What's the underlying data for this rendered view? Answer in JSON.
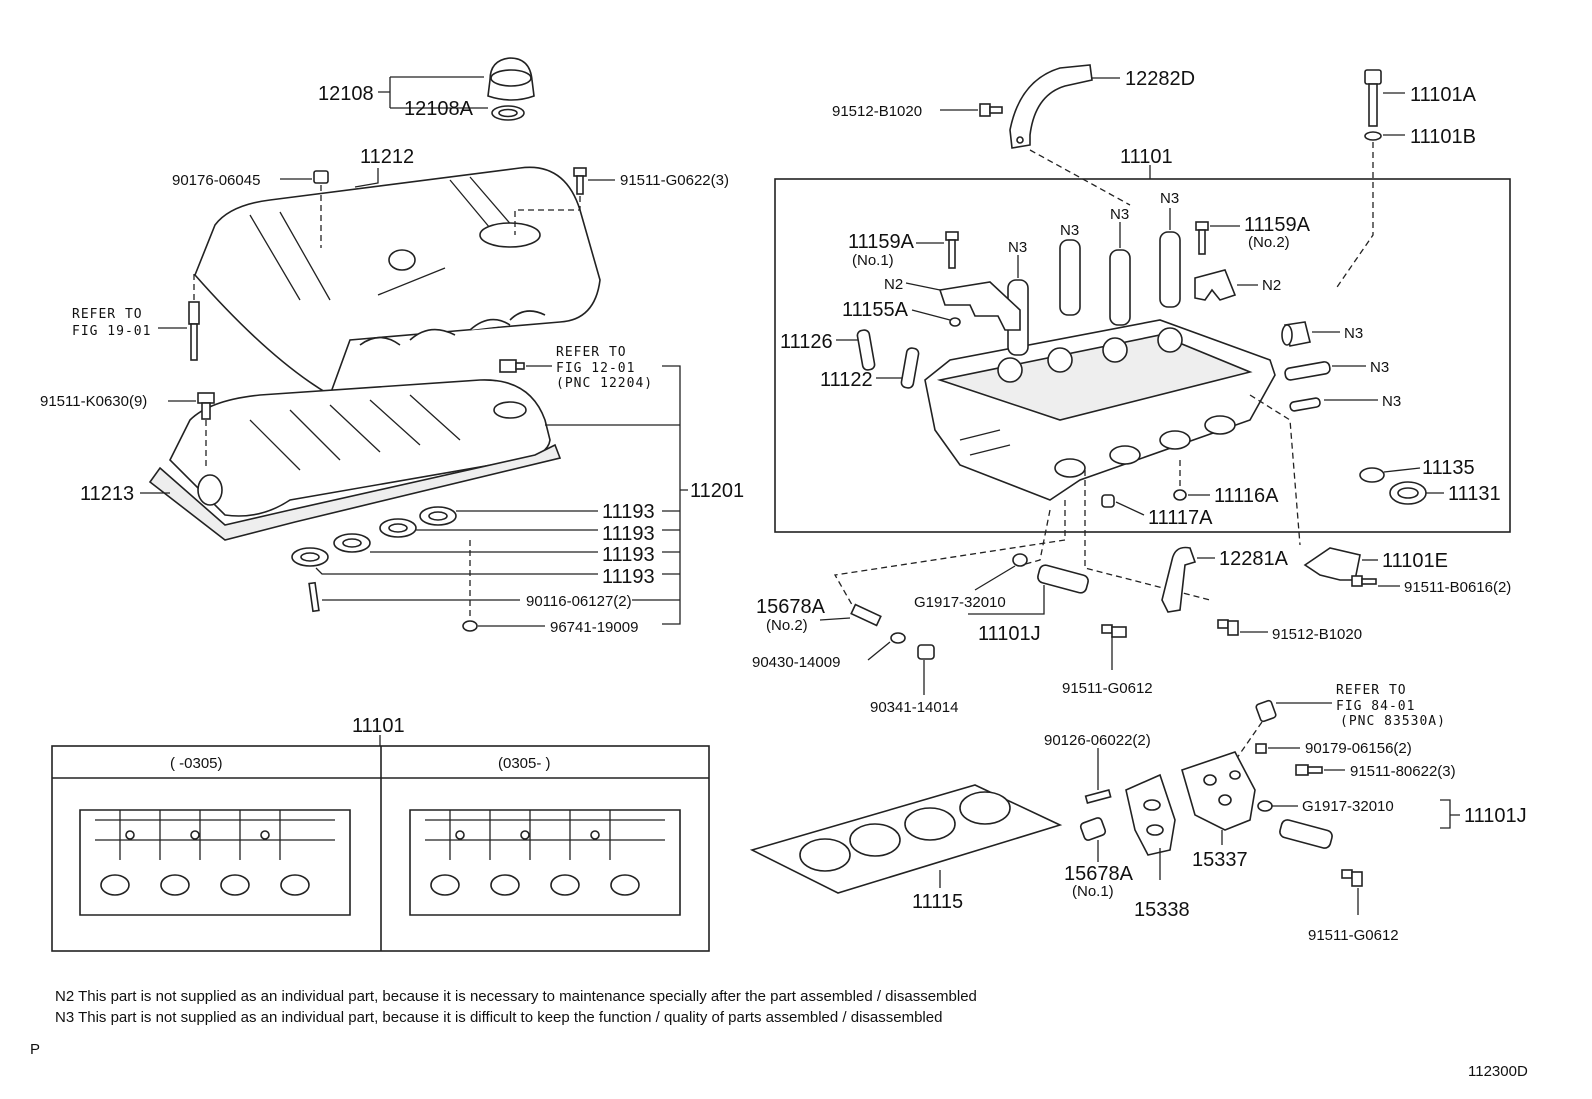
{
  "labels": {
    "p12108": "12108",
    "p12108a": "12108A",
    "p11212": "11212",
    "p90176": "90176-06045",
    "p91511g0622": "91511-G0622(3)",
    "refer19_a": "REFER TO",
    "refer19_b": "FIG 19-01",
    "refer12_a": "REFER TO",
    "refer12_b": "FIG 12-01",
    "refer12_c": "(PNC 12204)",
    "p91511k0630": "91511-K0630(9)",
    "p11213": "11213",
    "p11201": "11201",
    "p11193_1": "11193",
    "p11193_2": "11193",
    "p11193_3": "11193",
    "p11193_4": "11193",
    "p90116": "90116-06127(2)",
    "p96741": "96741-19009",
    "p91512b1020_top": "91512-B1020",
    "p12282d": "12282D",
    "p11101a": "11101A",
    "p11101b": "11101B",
    "p11101_main": "11101",
    "p11159a_1": "11159A",
    "p11159a_1_no": "(No.1)",
    "p11159a_2": "11159A",
    "p11159a_2_no": "(No.2)",
    "n3_1": "N3",
    "n3_2": "N3",
    "n3_3": "N3",
    "n3_4": "N3",
    "n2_1": "N2",
    "n2_2": "N2",
    "p11155a": "11155A",
    "p11126": "11126",
    "p11122": "11122",
    "n3_5": "N3",
    "n3_6": "N3",
    "n3_7": "N3",
    "p11135": "11135",
    "p11131": "11131",
    "p11116a": "11116A",
    "p11117a": "11117A",
    "p12281a": "12281A",
    "p11101e": "11101E",
    "p91511b0616": "91511-B0616(2)",
    "p15678a_2": "15678A",
    "p15678a_2_no": "(No.2)",
    "pg1917_a": "G1917-32010",
    "p11101j_a": "11101J",
    "p91512b1020_b": "91512-B1020",
    "p90430": "90430-14009",
    "p90341": "90341-14014",
    "p91511g0612_a": "91511-G0612",
    "p11101_table": "11101",
    "table_col1": "(     -0305)",
    "table_col2": "(0305-       )",
    "refer84_a": "REFER TO",
    "refer84_b": "FIG 84-01",
    "refer84_c": "(PNC 83530A)",
    "p90126": "90126-06022(2)",
    "p90179": "90179-06156(2)",
    "p91511_80622": "91511-80622(3)",
    "pg1917_b": "G1917-32010",
    "p11101j_b": "11101J",
    "p15337": "15337",
    "p15678a_1": "15678A",
    "p15678a_1_no": "(No.1)",
    "p15338": "15338",
    "p11115": "11115",
    "p91511g0612_b": "91511-G0612"
  },
  "notes": {
    "n2": "N2  This part is not supplied as an individual part, because it is necessary to maintenance specially after the part assembled / disassembled",
    "n3": "N3  This part is not supplied as an individual part, because it is difficult to keep the function / quality of parts  assembled / disassembled"
  },
  "page_mark": "P",
  "figure_code": "112300D"
}
